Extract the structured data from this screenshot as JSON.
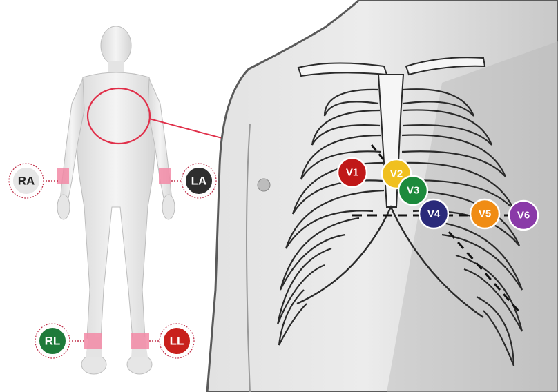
{
  "limb_leads": [
    {
      "label": "RA",
      "color": "#e6e6e6",
      "text_color": "#222222"
    },
    {
      "label": "LA",
      "color": "#2e2e2e",
      "text_color": "#ffffff"
    },
    {
      "label": "RL",
      "color": "#1e7a3a",
      "text_color": "#ffffff"
    },
    {
      "label": "LL",
      "color": "#c8201c",
      "text_color": "#ffffff"
    }
  ],
  "chest_leads": [
    {
      "label": "V1",
      "color": "#c01818"
    },
    {
      "label": "V2",
      "color": "#f0c020"
    },
    {
      "label": "V3",
      "color": "#1c8a3c"
    },
    {
      "label": "V4",
      "color": "#2a2a7a"
    },
    {
      "label": "V5",
      "color": "#f08c14"
    },
    {
      "label": "V6",
      "color": "#8a3aa8"
    }
  ],
  "colors": {
    "skin": "#e9e9e9",
    "skin_shadow": "#cfcfcf",
    "outline": "#333333",
    "highlight_ring": "#e0304a",
    "electrode_band": "#f07a9c",
    "arrow": "#e0304a"
  }
}
